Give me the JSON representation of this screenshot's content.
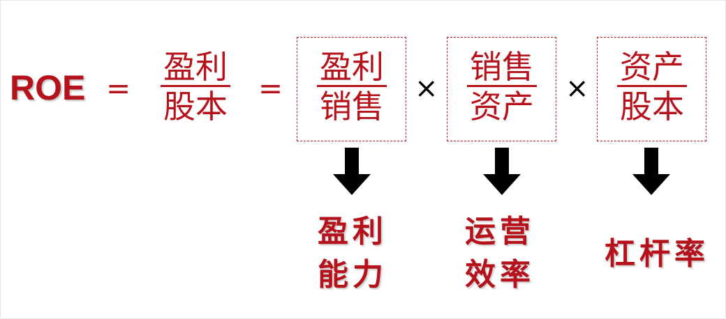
{
  "formula": {
    "lhs": "ROE",
    "equals": "=",
    "times": "×",
    "ratio_overall": {
      "numerator": "盈利",
      "denominator": "股本"
    },
    "factors": [
      {
        "numerator": "盈利",
        "denominator": "销售",
        "meaning_line1": "盈利",
        "meaning_line2": "能力"
      },
      {
        "numerator": "销售",
        "denominator": "资产",
        "meaning_line1": "运营",
        "meaning_line2": "效率"
      },
      {
        "numerator": "资产",
        "denominator": "股本",
        "meaning_line1": "杠杆率"
      }
    ]
  },
  "colors": {
    "accent": "#b5121b",
    "arrow": "#000000",
    "operator": "#000000"
  },
  "icons": {
    "arrow": "arrow-down-icon"
  }
}
